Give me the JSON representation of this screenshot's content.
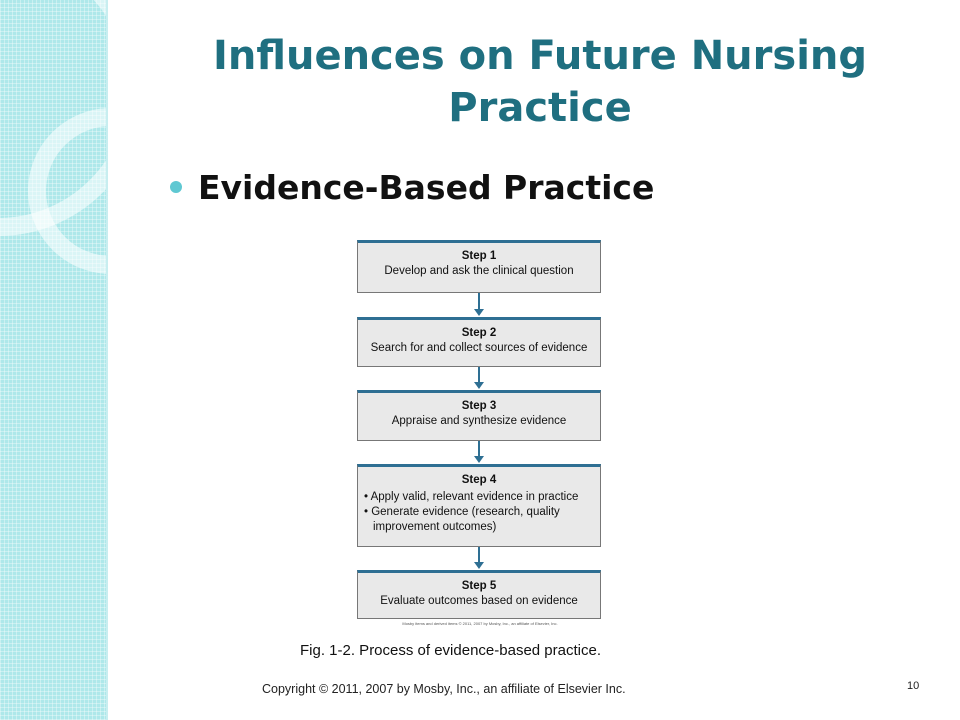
{
  "slide": {
    "title": "Influences on Future Nursing Practice",
    "bullet": "Evidence-Based Practice",
    "figure_caption": "Fig. 1-2. Process of evidence-based practice.",
    "copyright": "Copyright © 2011, 2007 by Mosby, Inc., an affiliate of Elsevier Inc.",
    "page_number": "10"
  },
  "flowchart": {
    "steps": [
      {
        "label": "Step 1",
        "lines": [
          "Develop and ask the clinical question"
        ]
      },
      {
        "label": "Step 2",
        "lines": [
          "Search for and collect sources of evidence"
        ]
      },
      {
        "label": "Step 3",
        "lines": [
          "Appraise and synthesize evidence"
        ]
      },
      {
        "label": "Step 4",
        "bullets": [
          "• Apply valid, relevant evidence in practice",
          "• Generate evidence (research, quality",
          "  improvement outcomes)"
        ]
      },
      {
        "label": "Step 5",
        "lines": [
          "Evaluate outcomes based on evidence"
        ]
      }
    ],
    "credit": "Mosby items and derived items © 2011, 2007 by Mosby, Inc., an affiliate of Elsevier, Inc."
  },
  "colors": {
    "title": "#1f6f80",
    "accent": "#5fc8d2",
    "box_border": "#2e6f93"
  }
}
